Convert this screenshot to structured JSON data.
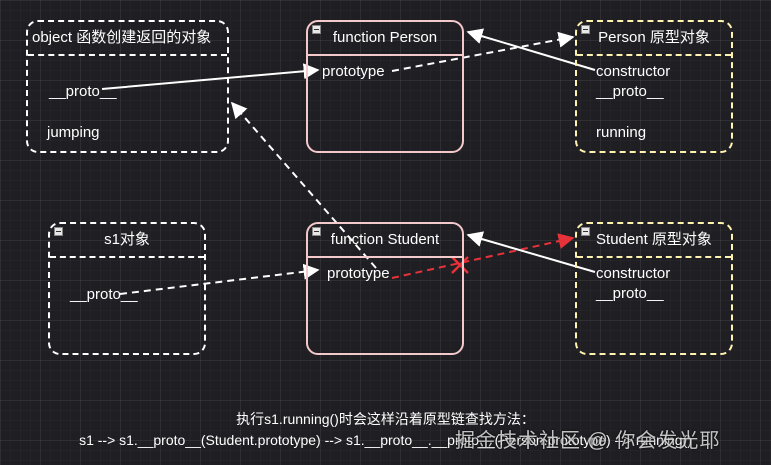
{
  "boxes": {
    "object_box": {
      "title": "object 函数创建返回的对象",
      "field1": "__proto__",
      "field2": "jumping"
    },
    "person_fn": {
      "title": "function Person",
      "field1": "prototype"
    },
    "person_proto": {
      "title": "Person 原型对象",
      "field1": "constructor",
      "field2": "__proto__",
      "field3": "running"
    },
    "s1_box": {
      "title": "s1对象",
      "field1": "__proto__"
    },
    "student_fn": {
      "title": "function Student",
      "field1": "prototype"
    },
    "student_proto": {
      "title": "Student 原型对象",
      "field1": "constructor",
      "field2": "__proto__"
    }
  },
  "caption": {
    "line1": "执行s1.running()时会这样沿着原型链查找方法：",
    "line2": "s1 --> s1.__proto__(Student.prototype) --> s1.__proto__.__proto__(Person.prototype) --> running()"
  },
  "watermark": "掘金技术社区 @ 你会发光耶",
  "colors": {
    "white_border": "#ffffff",
    "yellow_border": "#fff3b0",
    "pink_border": "#f4c9cc",
    "red_arrow": "#e8323a"
  }
}
